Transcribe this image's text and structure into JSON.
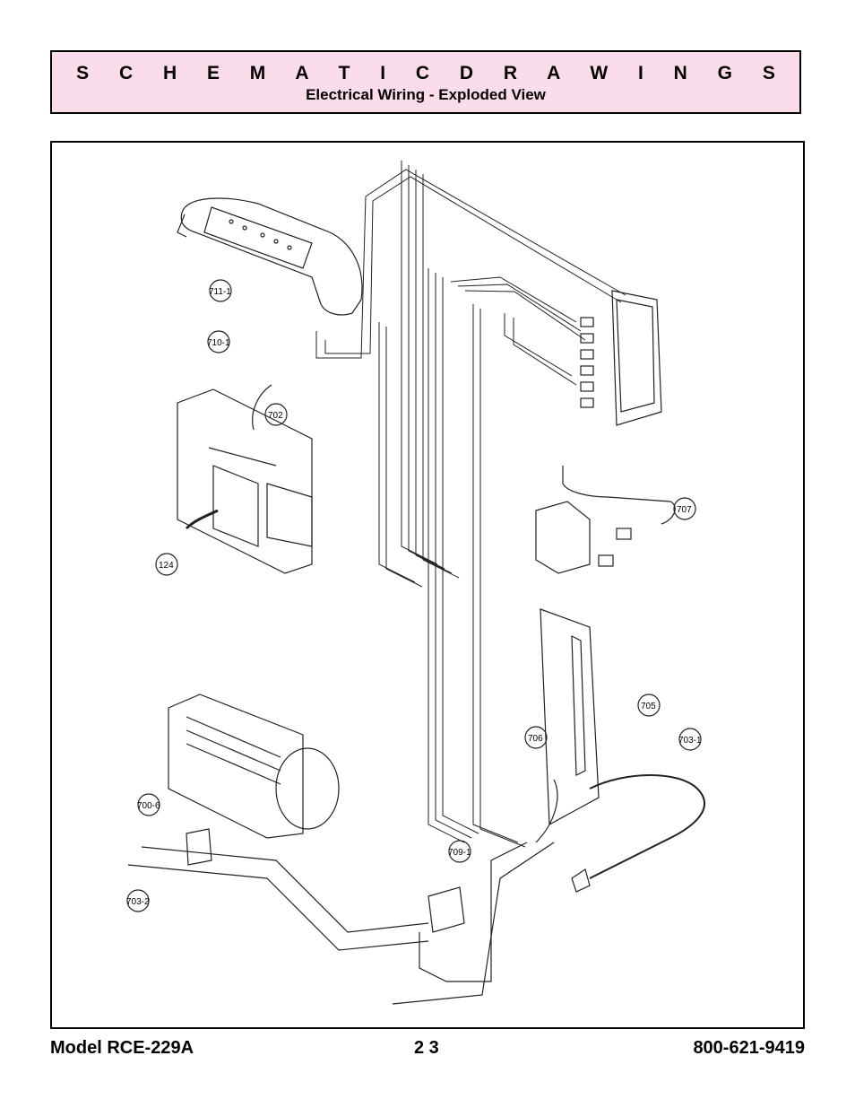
{
  "header": {
    "title": "S C H E M A T I C   D R A W I N G S",
    "subtitle": "Electrical Wiring - Exploded View"
  },
  "callouts": [
    {
      "id": "711-1",
      "label": "711-1"
    },
    {
      "id": "710-1",
      "label": "710-1"
    },
    {
      "id": "702",
      "label": "702"
    },
    {
      "id": "124",
      "label": "124"
    },
    {
      "id": "707",
      "label": "707"
    },
    {
      "id": "705",
      "label": "705"
    },
    {
      "id": "706",
      "label": "706"
    },
    {
      "id": "703-1",
      "label": "703-1"
    },
    {
      "id": "700-6",
      "label": "700-6"
    },
    {
      "id": "709-1",
      "label": "709-1"
    },
    {
      "id": "703-2",
      "label": "703-2"
    }
  ],
  "footer": {
    "model": "Model RCE-229A",
    "page": "2 3",
    "phone": "800-621-9419"
  }
}
